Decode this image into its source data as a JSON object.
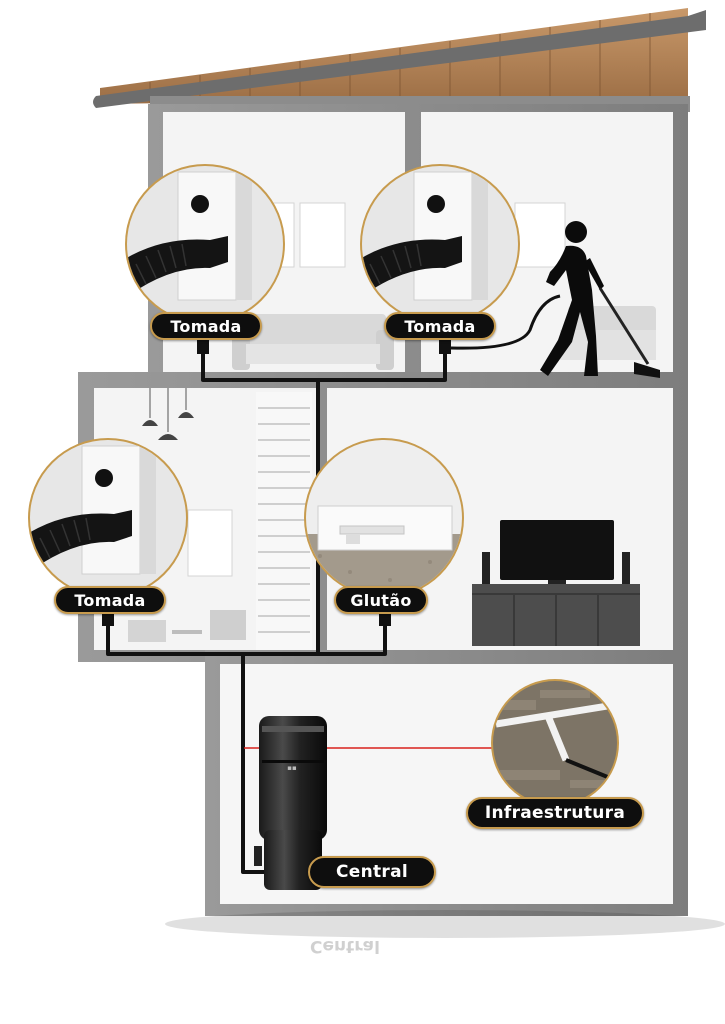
{
  "labels": {
    "outlet_top_left": "Tomada",
    "outlet_top_right": "Tomada",
    "outlet_mid_left": "Tomada",
    "kickplate": "Glutão",
    "piping": "Infraestrutura",
    "central_unit": "Central"
  },
  "colors": {
    "roof_wood": "#b98a5c",
    "wall_gray": "#8e8e8e",
    "interior": "#f2f2f2",
    "pipe": "#111111",
    "label_border": "#c79b4e",
    "piping_line": "#d9201c"
  }
}
